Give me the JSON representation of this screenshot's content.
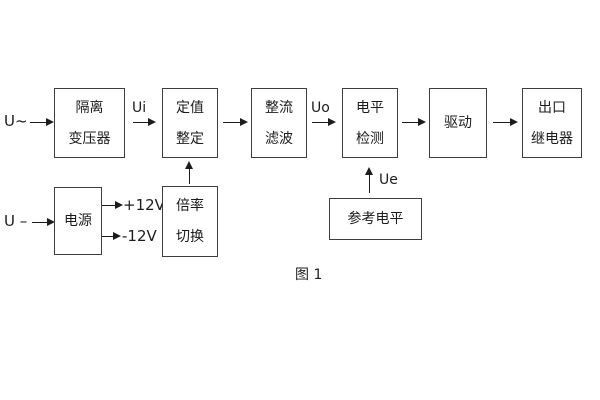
{
  "caption": "图 1",
  "inputs": {
    "ac_label": "U~",
    "dc_label": "U –"
  },
  "signals": {
    "ui": "Ui",
    "uo": "Uo",
    "ue": "Ue"
  },
  "power_rails": {
    "positive": "+12V",
    "negative": "-12V"
  },
  "blocks": {
    "isolation_transformer": {
      "line1": "隔离",
      "line2": "变压器"
    },
    "setting_adjust": {
      "line1": "定值",
      "line2": "整定"
    },
    "rectify_filter": {
      "line1": "整流",
      "line2": "滤波"
    },
    "level_detect": {
      "line1": "电平",
      "line2": "检测"
    },
    "drive": {
      "line1": "驱动"
    },
    "output_relay": {
      "line1": "出口",
      "line2": "继电器"
    },
    "power_supply": {
      "line1": "电源"
    },
    "ratio_switch": {
      "line1": "倍率",
      "line2": "切换"
    },
    "reference_level": {
      "line1": "参考电平"
    }
  },
  "colors": {
    "background": "#ffffff",
    "border": "#3d3d3d",
    "text": "#1c1c1c",
    "line": "#1c1c1c"
  }
}
